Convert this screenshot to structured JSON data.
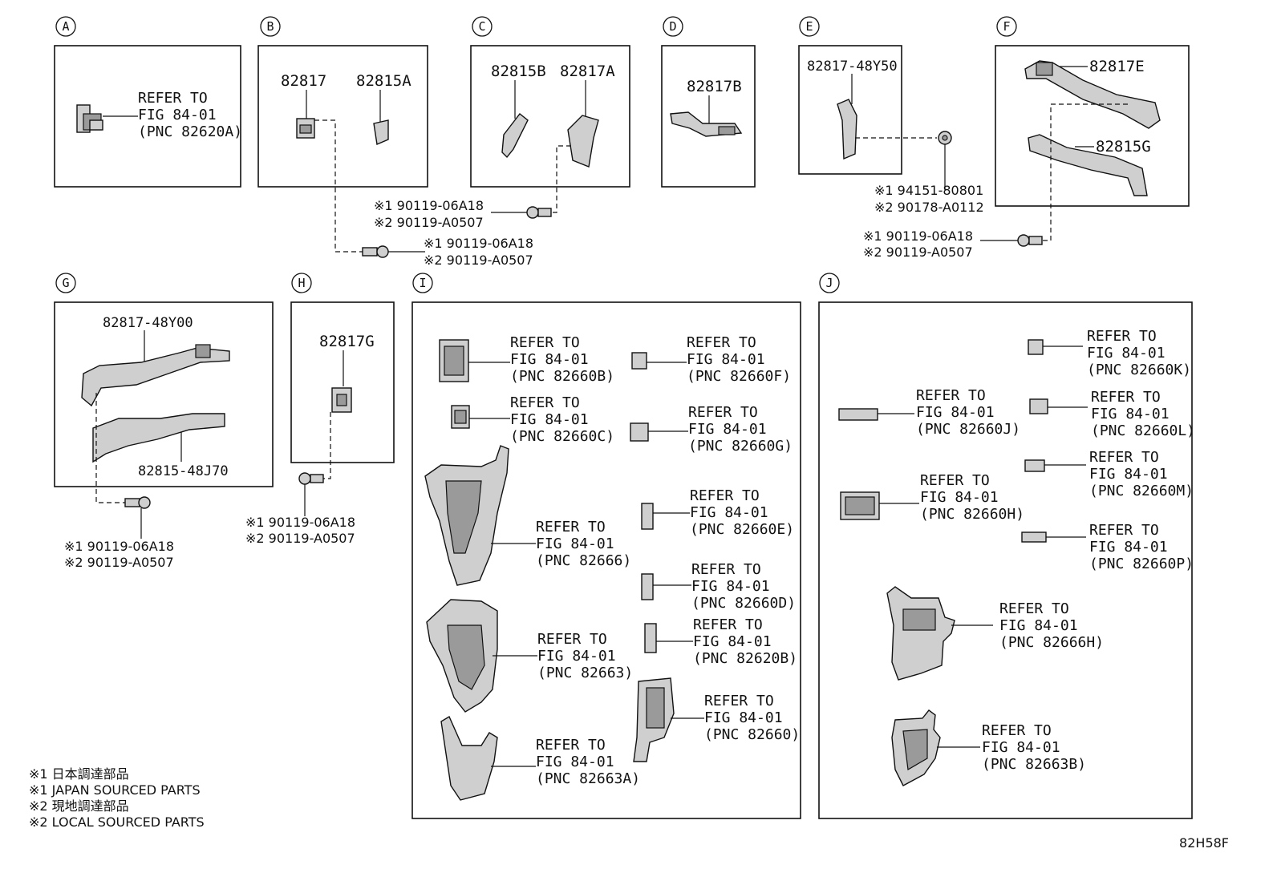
{
  "sections": {
    "A": {
      "letter": "A",
      "ref": [
        "REFER TO",
        "FIG 84-01",
        "(PNC 82620A)"
      ]
    },
    "B": {
      "letter": "B",
      "parts": [
        "82817",
        "82815A"
      ]
    },
    "C": {
      "letter": "C",
      "parts": [
        "82815B",
        "82817A"
      ]
    },
    "D": {
      "letter": "D",
      "parts": [
        "82817B"
      ]
    },
    "E": {
      "letter": "E",
      "parts": [
        "82817-48Y50"
      ]
    },
    "F": {
      "letter": "F",
      "parts": [
        "82817E",
        "82815G"
      ]
    },
    "G": {
      "letter": "G",
      "parts": [
        "82817-48Y00",
        "82815-48J70"
      ]
    },
    "H": {
      "letter": "H",
      "parts": [
        "82817G"
      ]
    },
    "I": {
      "letter": "I"
    },
    "J": {
      "letter": "J"
    }
  },
  "fastener_pair": [
    "※1 90119-06A18",
    "※2 90119-A0507"
  ],
  "fastener_E": [
    "※1 94151-80801",
    "※2 90178-A0112"
  ],
  "refer_to": "REFER TO",
  "fig": "FIG 84-01",
  "refs_I": [
    "(PNC 82660B)",
    "(PNC 82660F)",
    "(PNC 82660C)",
    "(PNC 82660G)",
    "(PNC 82660E)",
    "(PNC 82666)",
    "(PNC 82660D)",
    "(PNC 82663)",
    "(PNC 82620B)",
    "(PNC 82660)",
    "(PNC 82663A)"
  ],
  "refs_J": [
    "(PNC 82660K)",
    "(PNC 82660J)",
    "(PNC 82660L)",
    "(PNC 82660M)",
    "(PNC 82660H)",
    "(PNC 82660P)",
    "(PNC 82666H)",
    "(PNC 82663B)"
  ],
  "legend": [
    "※1 日本調達部品",
    "※1 JAPAN SOURCED PARTS",
    "※2 現地調達部品",
    "※2 LOCAL SOURCED PARTS"
  ],
  "diagram_code": "82H58F"
}
